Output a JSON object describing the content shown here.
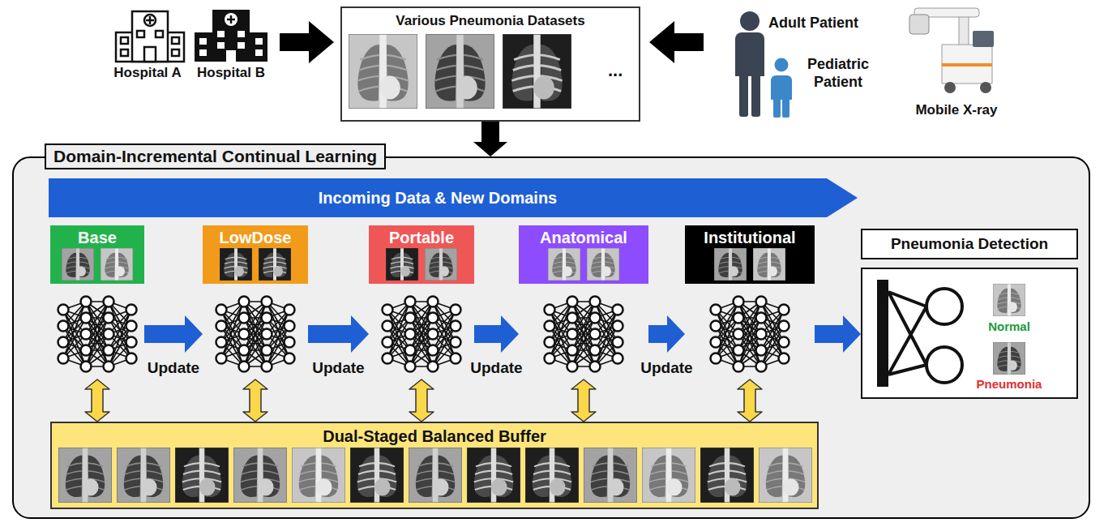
{
  "diagram": {
    "nodes": [
      {
        "text": [
          "Various Pneumonia Datasets",
          "..."
        ]
      },
      {
        "text": [
          "Domain-Incremental Continual Learning"
        ]
      },
      {
        "text": [
          "Incoming Data & New Domains"
        ],
        "in": 1
      },
      {
        "text": [
          "Base"
        ],
        "in": 1
      },
      {
        "text": [
          "LowDose"
        ],
        "in": 1
      },
      {
        "text": [
          "Portable"
        ],
        "in": 1
      },
      {
        "text": [
          "Anatomical"
        ],
        "in": 1
      },
      {
        "text": [
          "Institutional"
        ],
        "in": 1
      },
      {
        "text": [
          "Dual-Staged Balanced Buffer"
        ],
        "in": 1
      },
      {
        "text": [
          "Pneumonia Detection",
          "Normal",
          "Pneumonia"
        ],
        "in": 1
      }
    ],
    "edges": [
      {
        "from": 0,
        "to": 1,
        "arrow": "to"
      },
      {
        "from": 3,
        "to": 4,
        "label": "Update",
        "arrow": "to"
      },
      {
        "from": 4,
        "to": 5,
        "label": "Update",
        "arrow": "to"
      },
      {
        "from": 5,
        "to": 6,
        "label": "Update",
        "arrow": "to"
      },
      {
        "from": 6,
        "to": 7,
        "label": "Update",
        "arrow": "to"
      },
      {
        "from": 7,
        "to": 9,
        "arrow": "to"
      },
      {
        "from": 3,
        "to": 8,
        "arrow": "both"
      },
      {
        "from": 4,
        "to": 8,
        "arrow": "both"
      },
      {
        "from": 5,
        "to": 8,
        "arrow": "both"
      },
      {
        "from": 6,
        "to": 8,
        "arrow": "both"
      },
      {
        "from": 7,
        "to": 8,
        "arrow": "both"
      }
    ],
    "labels": [
      "Hospital A",
      "Hospital B",
      "Adult Patient",
      "Pediatric Patient",
      "Mobile X-ray"
    ]
  }
}
